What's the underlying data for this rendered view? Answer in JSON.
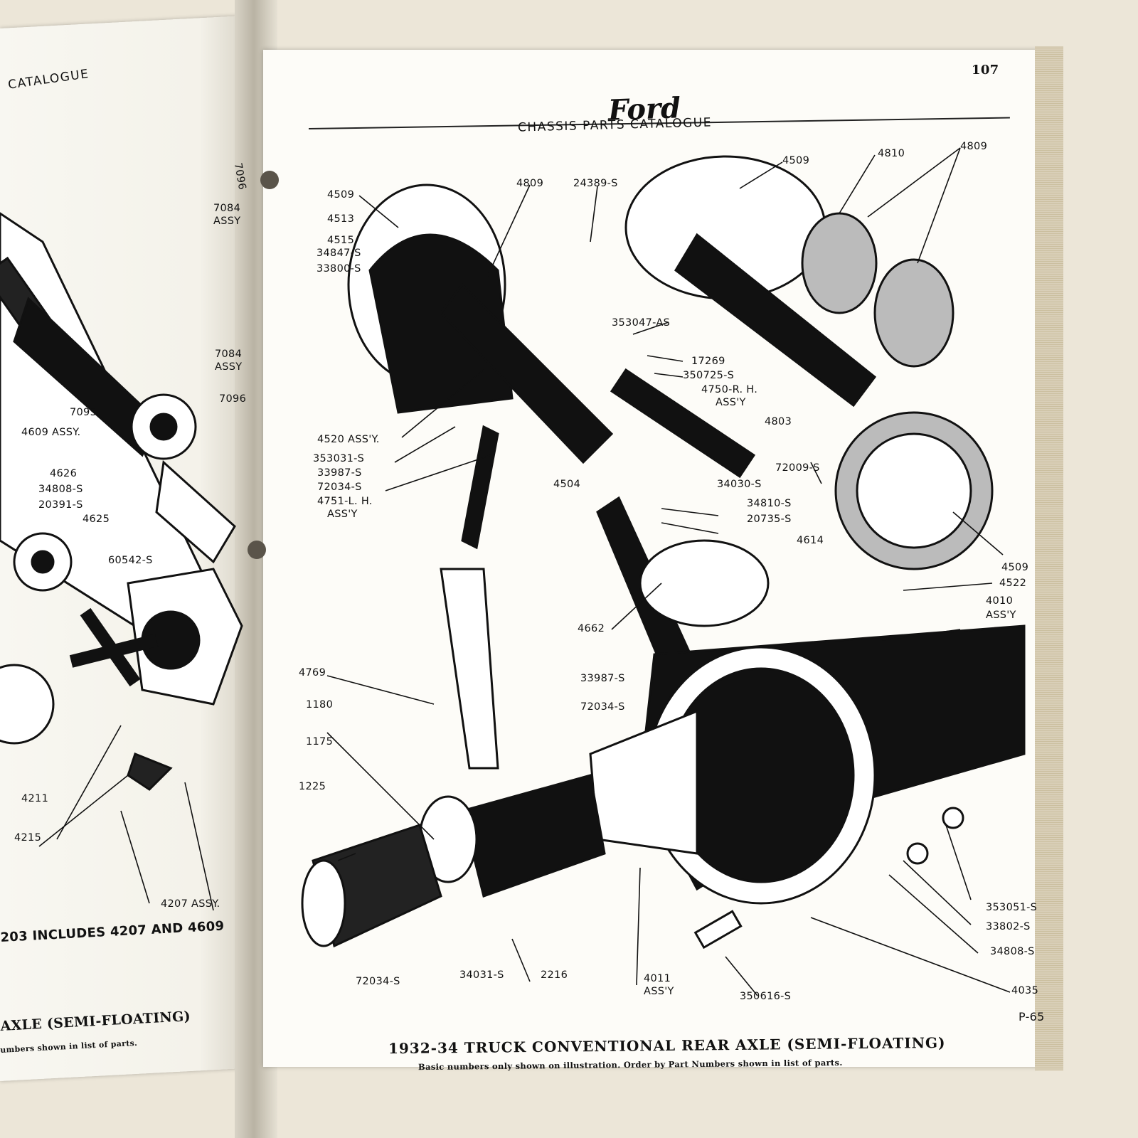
{
  "right_page": {
    "page_number": "107",
    "logo": "Ford",
    "catalogue_title": "CHASSIS   PARTS   CATALOGUE",
    "figure_title": "1932-34 TRUCK CONVENTIONAL REAR AXLE (SEMI-FLOATING)",
    "figure_note": "Basic numbers only shown on illustration.  Order by Part Numbers shown in list of parts.",
    "figure_code": "P-65",
    "callouts": [
      "4509",
      "4513",
      "4515",
      "34847-S",
      "33800-S",
      "4809",
      "24389-S",
      "4509",
      "4810",
      "4809",
      "353047-AS",
      "17269",
      "350725-S",
      "4750-R. H.",
      "ASS'Y",
      "4520 ASS'Y.",
      "353031-S",
      "33987-S",
      "72034-S",
      "4751-L. H.",
      "ASS'Y",
      "4803",
      "72009-S",
      "4504",
      "34030-S",
      "34810-S",
      "20735-S",
      "4614",
      "4509",
      "4522",
      "4662",
      "4010",
      "ASS'Y",
      "4769",
      "33987-S",
      "72034-S",
      "1180",
      "1175",
      "1225",
      "353051-S",
      "33802-S",
      "34808-S",
      "72034-S",
      "34031-S",
      "2216",
      "4011",
      "ASS'Y",
      "350616-S",
      "4035"
    ]
  },
  "left_page": {
    "header": "CATALOGUE",
    "includes_note": "203 INCLUDES 4207 AND 4609",
    "footer_title": " AXLE (SEMI-FLOATING)",
    "footer_note": "umbers shown in list of parts.",
    "callouts": [
      "7096",
      "7084",
      "ASSY",
      "7084",
      "ASSY",
      "7096",
      "7095",
      "4609 ASSY.",
      "4626",
      "34808-S",
      "20391-S",
      "4625",
      "60542-S",
      "4211",
      "4215",
      "4207 ASSY."
    ]
  }
}
